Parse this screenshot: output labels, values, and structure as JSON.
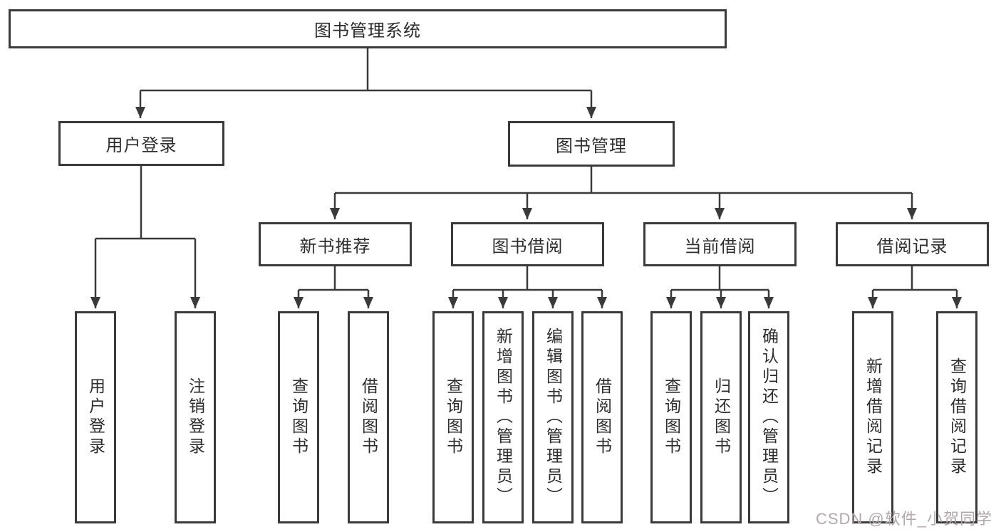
{
  "diagram_title": "图书管理系统",
  "tree": {
    "root": {
      "label": "图书管理系统"
    },
    "branches": [
      {
        "label": "用户登录",
        "children": [
          {
            "label": "用户登录"
          },
          {
            "label": "注销登录"
          }
        ]
      },
      {
        "label": "图书管理",
        "groups": [
          {
            "label": "新书推荐",
            "children": [
              {
                "label": "查询图书"
              },
              {
                "label": "借阅图书"
              }
            ]
          },
          {
            "label": "图书借阅",
            "children": [
              {
                "label": "查询图书"
              },
              {
                "label": "新增图书（管理员）"
              },
              {
                "label": "编辑图书（管理员）"
              },
              {
                "label": "借阅图书"
              }
            ]
          },
          {
            "label": "当前借阅",
            "children": [
              {
                "label": "查询图书"
              },
              {
                "label": "归还图书"
              },
              {
                "label": "确认归还（管理员）"
              }
            ]
          },
          {
            "label": "借阅记录",
            "children": [
              {
                "label": "新增借阅记录"
              },
              {
                "label": "查询借阅记录"
              }
            ]
          }
        ]
      }
    ]
  },
  "watermark": {
    "text": "CSDN @软件_小贺同学",
    "color": "#b2a8ab"
  },
  "colors": {
    "line": "#3a3a3a",
    "box_border": "#3a3a3a",
    "text": "#2d2d2d",
    "background": "#ffffff"
  }
}
